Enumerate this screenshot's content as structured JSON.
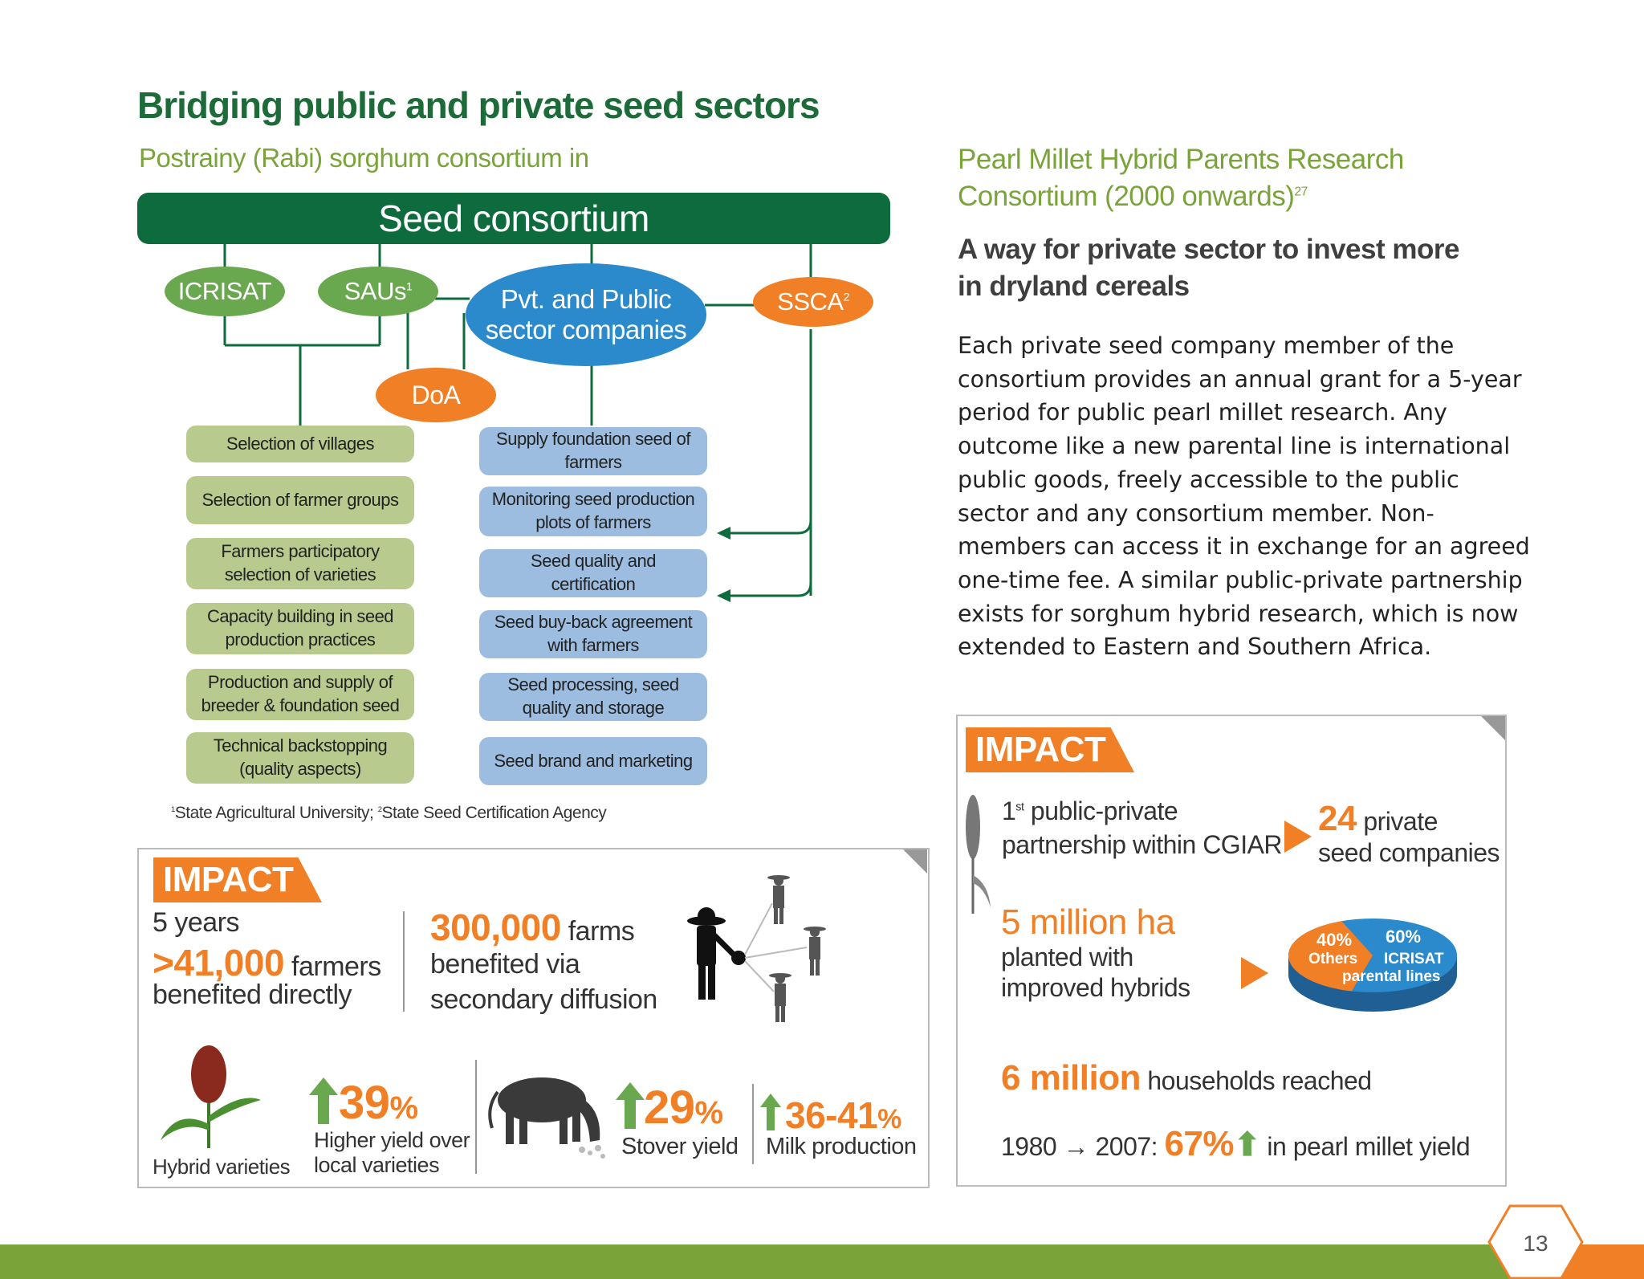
{
  "page": {
    "title": "Bridging public and private seed sectors",
    "subtitle": "Postrainy (Rabi) sorghum consortium in",
    "page_number": "13"
  },
  "diagram": {
    "bar_title": "Seed consortium",
    "nodes": {
      "icrisat": "ICRISAT",
      "saus": "SAUs",
      "saus_sup": "1",
      "pvt_line1": "Pvt. and Public",
      "pvt_line2": "sector companies",
      "ssca": "SSCA",
      "ssca_sup": "2",
      "doa": "DoA"
    },
    "left_boxes": [
      "Selection of villages",
      "Selection of farmer groups",
      "Farmers participatory selection of varieties",
      "Capacity building in seed production practices",
      "Production and supply of breeder & foundation seed",
      "Technical backstopping (quality aspects)"
    ],
    "right_boxes": [
      "Supply foundation seed of farmers",
      "Monitoring seed production plots of farmers",
      "Seed quality and certification",
      "Seed buy-back agreement with farmers",
      "Seed processing, seed quality and storage",
      "Seed brand and marketing"
    ],
    "footnote_sup1": "1",
    "footnote_text1": "State Agricultural University; ",
    "footnote_sup2": "2",
    "footnote_text2": "State Seed Certification Agency"
  },
  "impact_left": {
    "tag": "IMPACT",
    "years": "5 years",
    "farmers_number": ">41,000",
    "farmers_label": "farmers",
    "farmers_line2": "benefited directly",
    "farms_number": "300,000",
    "farms_label": "farms",
    "farms_line2": "benefited via",
    "farms_line3": "secondary diffusion",
    "hybrid_label": "Hybrid varieties",
    "yield_pct": "39",
    "yield_pct_sign": "%",
    "yield_line1": "Higher yield over",
    "yield_line2": "local varieties",
    "stover_pct": "29",
    "stover_pct_sign": "%",
    "stover_label": "Stover yield",
    "milk_pct": "36-41",
    "milk_pct_sign": "%",
    "milk_label": "Milk production"
  },
  "right_column": {
    "heading_line1": "Pearl Millet Hybrid Parents Research",
    "heading_line2": "Consortium (2000 onwards)",
    "heading_sup": "27",
    "sub_line1": "A way for private sector to invest more",
    "sub_line2": "in dryland cereals",
    "body": "Each private seed company member of the consortium provides an annual grant for a 5-year period for public pearl millet research. Any outcome like a new parental line is international public goods, freely accessible to the public sector and any consortium member. Non-members can access it in exchange for an agreed one-time fee. A similar public-private partnership exists for sorghum hybrid research, which is now extended to Eastern and Southern Africa."
  },
  "impact_right": {
    "tag": "IMPACT",
    "first_num": "1",
    "first_sup": "st",
    "first_line1": "public-private",
    "first_line2": "partnership within CGIAR",
    "companies_number": "24",
    "companies_line1": "private",
    "companies_line2": "seed companies",
    "area_number": "5 million ha",
    "area_line1": "planted with",
    "area_line2": "improved hybrids",
    "pie_others_pct": "40%",
    "pie_others_label": "Others",
    "pie_icrisat_pct": "60%",
    "pie_icrisat_label1": "ICRISAT",
    "pie_icrisat_label2": "parental lines",
    "households_number": "6 million",
    "households_label": "households reached",
    "years_from": "1980",
    "years_to": "2007:",
    "yield_pct": "67%",
    "yield_label": "in pearl millet yield"
  },
  "chart_data": {
    "type": "pie",
    "labels": [
      "Others",
      "ICRISAT parental lines"
    ],
    "values": [
      40,
      60
    ],
    "colors": [
      "#f07f26",
      "#2b8acb"
    ]
  },
  "colors": {
    "title_green": "#1e6b3a",
    "light_green": "#7aa43a",
    "orange": "#f07f26",
    "blue": "#2b8acb",
    "box_green": "#b9ca8e",
    "box_blue": "#9dbde0"
  }
}
